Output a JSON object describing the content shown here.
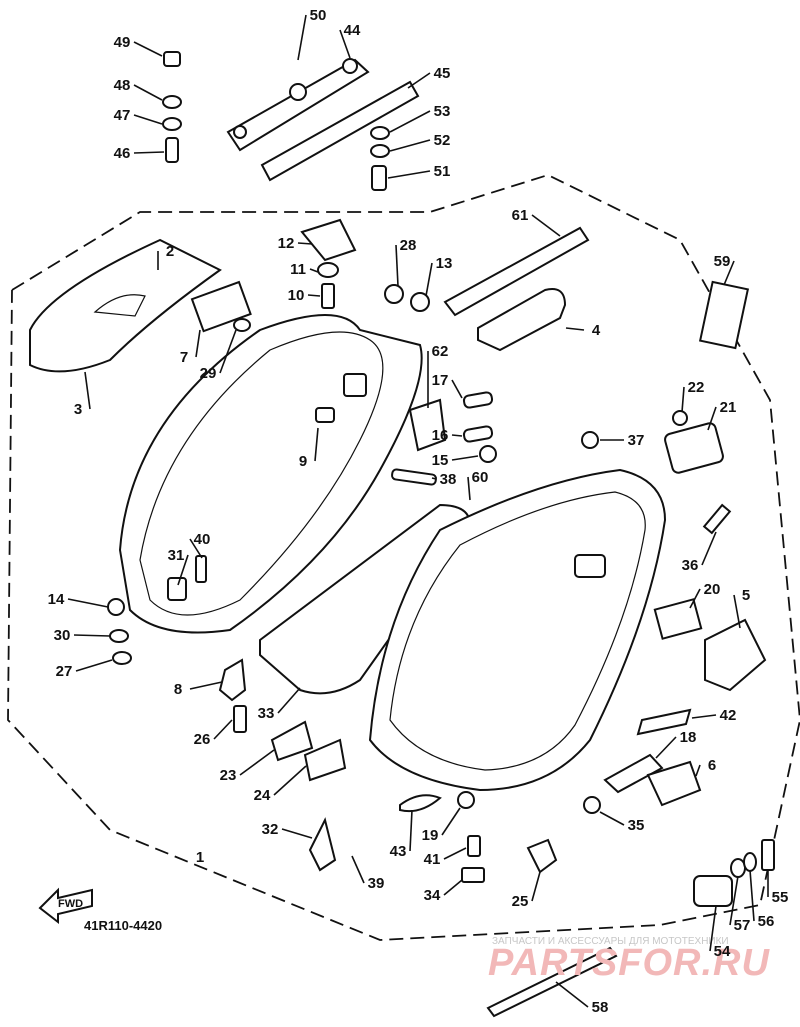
{
  "diagram_code": "41R110-4420",
  "fwd_label": "FWD",
  "watermark": {
    "tagline": "ЗАПЧАСТИ И АКСЕССУАРЫ ДЛЯ МОТОТЕХНИКИ",
    "brand": "PARTSFOR.RU"
  },
  "callouts": [
    "1",
    "2",
    "3",
    "4",
    "5",
    "6",
    "7",
    "8",
    "9",
    "10",
    "11",
    "12",
    "13",
    "14",
    "15",
    "16",
    "17",
    "18",
    "19",
    "20",
    "21",
    "22",
    "23",
    "24",
    "25",
    "26",
    "27",
    "28",
    "29",
    "30",
    "31",
    "32",
    "33",
    "34",
    "35",
    "36",
    "37",
    "38",
    "39",
    "40",
    "41",
    "42",
    "43",
    "44",
    "45",
    "46",
    "47",
    "48",
    "49",
    "50",
    "51",
    "52",
    "53",
    "54",
    "55",
    "56",
    "57",
    "58",
    "59",
    "60",
    "61",
    "62"
  ]
}
